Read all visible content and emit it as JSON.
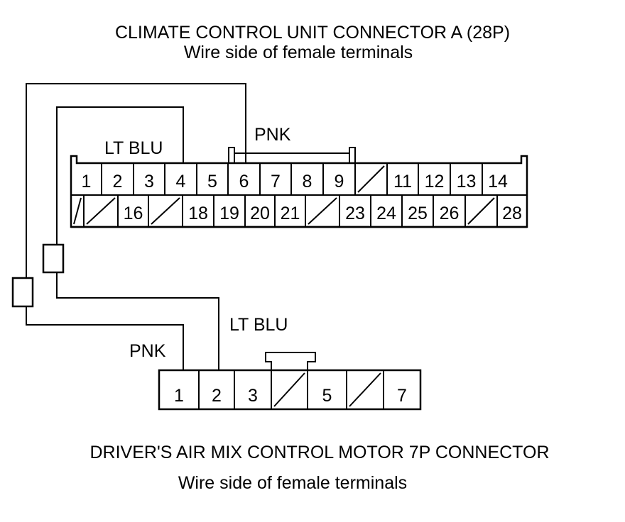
{
  "connector_a": {
    "title": "CLIMATE CONTROL UNIT CONNECTOR A (28P)",
    "subtitle": "Wire side of female terminals",
    "row1": [
      "1",
      "2",
      "3",
      "4",
      "5",
      "6",
      "7",
      "8",
      "9",
      "",
      "11",
      "12",
      "13",
      "14"
    ],
    "row2": [
      "",
      "",
      "16",
      "",
      "18",
      "19",
      "20",
      "21",
      "",
      "23",
      "24",
      "25",
      "26",
      "",
      "28"
    ]
  },
  "connector_b": {
    "title": "DRIVER'S AIR MIX CONTROL MOTOR 7P CONNECTOR",
    "subtitle": "Wire side of female terminals",
    "pins": [
      "1",
      "2",
      "3",
      "",
      "5",
      "",
      "7"
    ]
  },
  "wires": {
    "lt_blu_top": "LT BLU",
    "pnk_top": "PNK",
    "lt_blu_bottom": "LT BLU",
    "pnk_bottom": "PNK"
  }
}
